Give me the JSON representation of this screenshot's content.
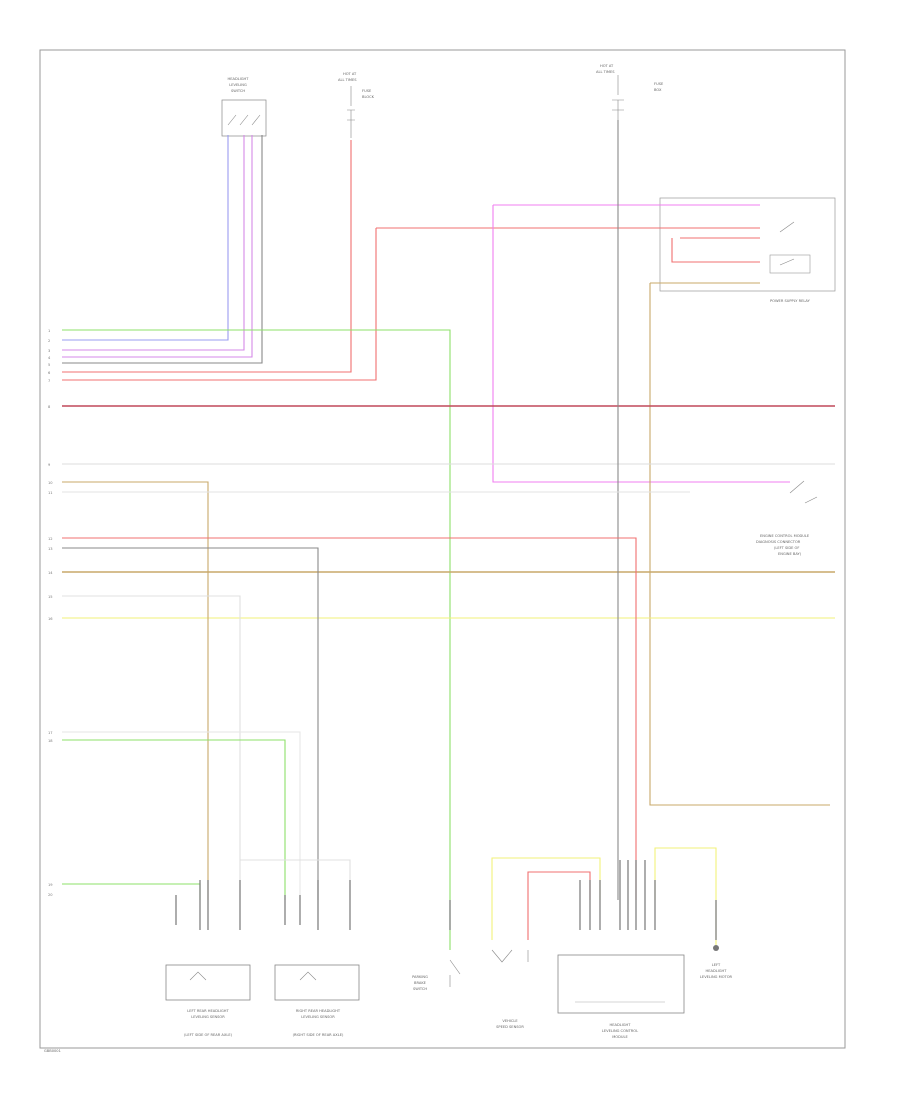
{
  "diagram": {
    "title": "",
    "page_ref": "GBB0001"
  },
  "labels": {
    "power_supply_relay": "POWER SUPPLY RELAY",
    "right_module": [
      "ENGINE CONTROL MODULE",
      "DIAGNOSIS CONNECTOR",
      "(LEFT SIDE OF",
      "ENGINE BAY)"
    ],
    "bottom_1": [
      "LEFT REAR HEADLIGHT",
      "LEVELING SENSOR",
      "(LEFT SIDE OF REAR AXLE)"
    ],
    "bottom_2": [
      "RIGHT REAR HEADLIGHT",
      "LEVELING SENSOR",
      "(RIGHT SIDE OF REAR AXLE)"
    ],
    "bottom_3": [
      "PARKING",
      "BRAKE",
      "SWITCH"
    ],
    "bottom_4": [
      "VEHICLE",
      "SPEED SENSOR"
    ],
    "bottom_5": [
      "HEADLIGHT",
      "LEVELING CONTROL",
      "MODULE"
    ],
    "bottom_6": [
      "LEFT",
      "HEADLIGHT",
      "LEVELING MOTOR"
    ],
    "top_fuse_left": [
      "HOT AT",
      "ALL TIMES",
      "FUSE",
      "BLOCK"
    ],
    "top_fuse_right": [
      "HOT AT",
      "ALL TIMES",
      "FUSE",
      "BOX"
    ],
    "top_switch": [
      "HEADLIGHT",
      "LEVELING",
      "SWITCH"
    ]
  },
  "colors": {
    "green": "#8ee06a",
    "blue": "#9a9cf0",
    "violet": "#d68ae8",
    "pink": "#f07ff0",
    "red": "#f07070",
    "darkred": "#c0485a",
    "tan": "#c8a86a",
    "yellow": "#f2f27a",
    "grey": "#8a8a8a",
    "lightgrey": "#cfcfcf"
  }
}
